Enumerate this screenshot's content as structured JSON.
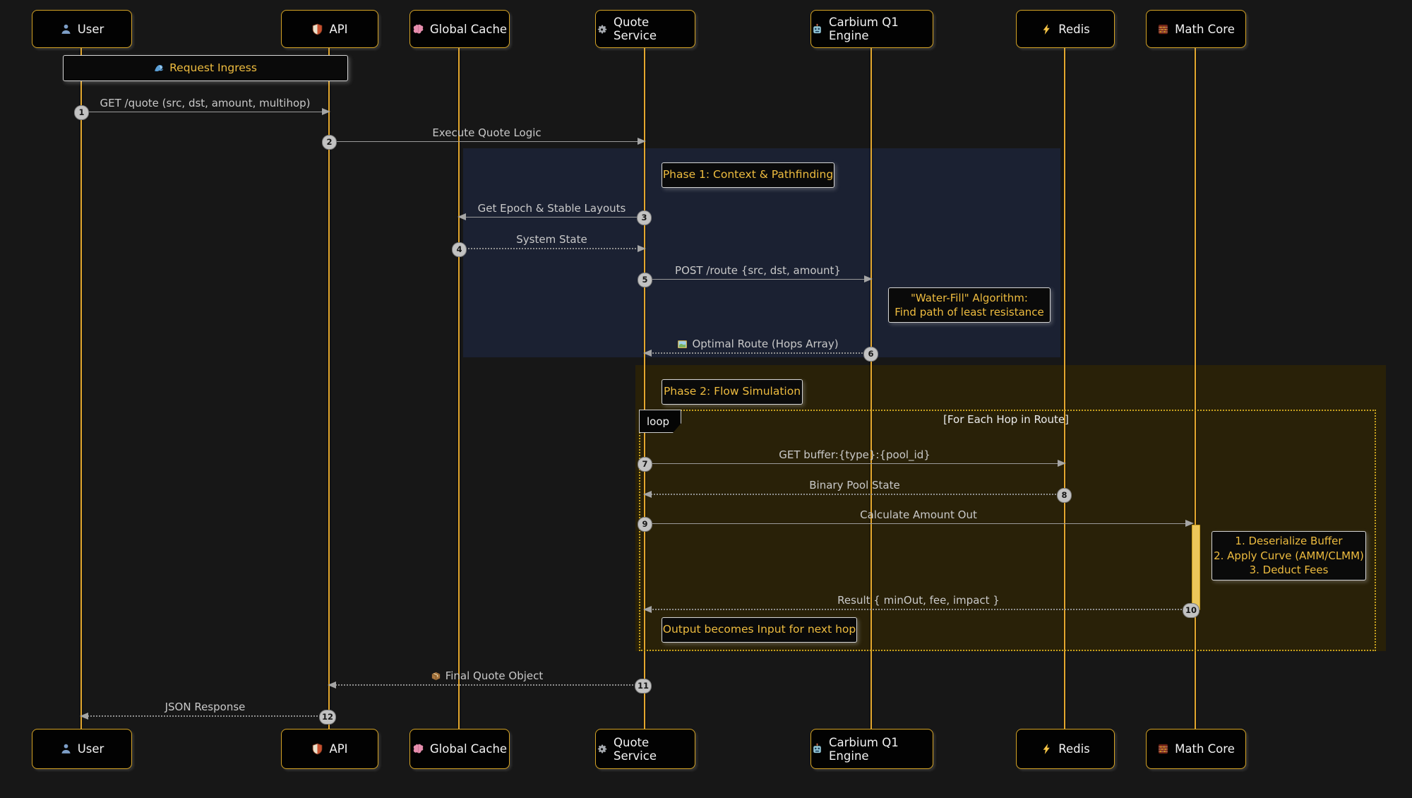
{
  "diagram": {
    "participants": [
      {
        "label": "User",
        "icon": "user-icon"
      },
      {
        "label": "API",
        "icon": "shield-icon"
      },
      {
        "label": "Global Cache",
        "icon": "brain-icon"
      },
      {
        "label": "Quote Service",
        "icon": "gear-icon"
      },
      {
        "label": "Carbium Q1 Engine",
        "icon": "robot-icon"
      },
      {
        "label": "Redis",
        "icon": "lightning-icon"
      },
      {
        "label": "Math Core",
        "icon": "abacus-icon"
      }
    ],
    "messages": [
      {
        "num": "1",
        "label": "GET /quote (src, dst, amount, multihop)",
        "type": "solid",
        "from": "User",
        "to": "API"
      },
      {
        "num": "2",
        "label": "Execute Quote Logic",
        "type": "solid",
        "from": "API",
        "to": "Quote Service"
      },
      {
        "num": "3",
        "label": "Get Epoch & Stable Layouts",
        "type": "solid",
        "from": "Quote Service",
        "to": "Global Cache"
      },
      {
        "num": "4",
        "label": "System State",
        "type": "dashed",
        "from": "Global Cache",
        "to": "Quote Service"
      },
      {
        "num": "5",
        "label": "POST /route {src, dst, amount}",
        "type": "solid",
        "from": "Quote Service",
        "to": "Carbium Q1 Engine"
      },
      {
        "num": "6",
        "label": "Optimal Route (Hops Array)",
        "icon": "map-icon",
        "type": "dashed",
        "from": "Carbium Q1 Engine",
        "to": "Quote Service"
      },
      {
        "num": "7",
        "label": "GET buffer:{type}:{pool_id}",
        "type": "solid",
        "from": "Quote Service",
        "to": "Redis"
      },
      {
        "num": "8",
        "label": "Binary Pool State",
        "type": "dashed",
        "from": "Redis",
        "to": "Quote Service"
      },
      {
        "num": "9",
        "label": "Calculate Amount Out",
        "type": "solid",
        "from": "Quote Service",
        "to": "Math Core"
      },
      {
        "num": "10",
        "label": "Result { minOut, fee, impact }",
        "type": "dashed",
        "from": "Math Core",
        "to": "Quote Service"
      },
      {
        "num": "11",
        "label": "Final Quote Object",
        "icon": "package-icon",
        "type": "dashed",
        "from": "Quote Service",
        "to": "API"
      },
      {
        "num": "12",
        "label": "JSON Response",
        "type": "dashed",
        "from": "API",
        "to": "User"
      }
    ],
    "notes": {
      "request_ingress": {
        "icon": "wave-icon",
        "label": "Request Ingress"
      },
      "phase1": {
        "label": "Phase 1: Context & Pathfinding"
      },
      "water_fill": {
        "line1": "\"Water-Fill\" Algorithm:",
        "line2": "Find path of least resistance"
      },
      "phase2": {
        "label": "Phase 2: Flow Simulation"
      },
      "math_steps": {
        "line1": "1. Deserialize Buffer",
        "line2": "2. Apply Curve (AMM/CLMM)",
        "line3": "3. Deduct Fees"
      },
      "next_hop": {
        "label": "Output becomes Input for next hop"
      }
    },
    "loop": {
      "label": "loop",
      "title": "[For Each Hop in Route]"
    },
    "colors": {
      "background": "#171717",
      "lifeline": "#e3a72e",
      "box_border": "#d6a425",
      "note_text": "#eebc3f",
      "phase1_background": "#1b2132",
      "phase2_background": "#292108",
      "arrow": "#9b9b9b",
      "activation_fill": "#ecc75a",
      "sequence_number_fill": "#c2c2c2"
    }
  }
}
